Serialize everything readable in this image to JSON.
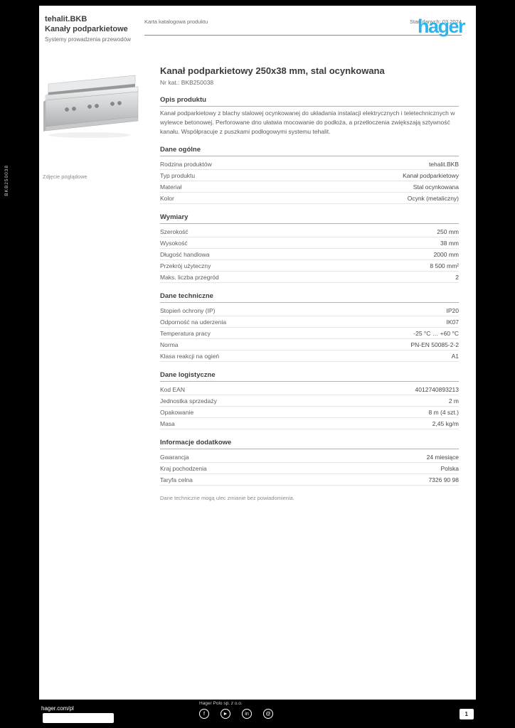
{
  "page": {
    "side_note": "BKB250038",
    "header": {
      "title_line1": "tehalit.BKB",
      "title_line2": "Kanały podparkietowe",
      "title_line3": "Systemy prowadzenia przewodów",
      "subtitle": "Karta katalogowa produktu",
      "date_note": "Stan danych: 03.2024",
      "logo": "hager",
      "logo_color": "#2fb4e9"
    },
    "product": {
      "title": "Kanał podparkietowy 250x38 mm, stal ocynkowana",
      "reference_label": "Nr kat.:",
      "reference": "BKB250038",
      "image_caption": "Zdjęcie poglądowe",
      "description_heading": "Opis produktu",
      "description": "Kanał podparkietowy z blachy stalowej ocynkowanej do układania instalacji elektrycznych i teletechnicznych w wylewce betonowej. Perforowane dno ułatwia mocowanie do podłoża, a przetłoczenia zwiększają sztywność kanału. Współpracuje z puszkami podłogowymi systemu tehalit."
    },
    "sections": [
      {
        "heading": "Dane ogólne",
        "rows": [
          {
            "label": "Rodzina produktów",
            "value": "tehalit.BKB"
          },
          {
            "label": "Typ produktu",
            "value": "Kanał podparkietowy"
          },
          {
            "label": "Materiał",
            "value": "Stal ocynkowana"
          },
          {
            "label": "Kolor",
            "value": "Ocynk (metaliczny)"
          }
        ]
      },
      {
        "heading": "Wymiary",
        "rows": [
          {
            "label": "Szerokość",
            "value": "250 mm"
          },
          {
            "label": "Wysokość",
            "value": "38 mm"
          },
          {
            "label": "Długość handlowa",
            "value": "2000 mm"
          },
          {
            "label": "Przekrój użyteczny",
            "value": "8 500 mm²"
          },
          {
            "label": "Maks. liczba przegród",
            "value": "2"
          }
        ]
      },
      {
        "heading": "Dane techniczne",
        "rows": [
          {
            "label": "Stopień ochrony (IP)",
            "value": "IP20"
          },
          {
            "label": "Odporność na uderzenia",
            "value": "IK07"
          },
          {
            "label": "Temperatura pracy",
            "value": "-25 °C … +60 °C"
          },
          {
            "label": "Norma",
            "value": "PN-EN 50085-2-2"
          },
          {
            "label": "Klasa reakcji na ogień",
            "value": "A1"
          }
        ]
      },
      {
        "heading": "Dane logistyczne",
        "rows": [
          {
            "label": "Kod EAN",
            "value": "4012740893213"
          },
          {
            "label": "Jednostka sprzedaży",
            "value": "2 m"
          },
          {
            "label": "Opakowanie",
            "value": "8 m (4 szt.)"
          },
          {
            "label": "Masa",
            "value": "2,45 kg/m"
          }
        ]
      },
      {
        "heading": "Informacje dodatkowe",
        "rows": [
          {
            "label": "Gwarancja",
            "value": "24 miesiące"
          },
          {
            "label": "Kraj pochodzenia",
            "value": "Polska"
          },
          {
            "label": "Taryfa celna",
            "value": "7326 90 98"
          }
        ]
      }
    ],
    "note": "Dane techniczne mogą ulec zmianie bez powiadomienia.",
    "footer": {
      "link": "hager.com/pl",
      "company": "Hager Polo sp. z o.o.",
      "icons": [
        {
          "name": "facebook-icon",
          "glyph": "f"
        },
        {
          "name": "youtube-icon",
          "glyph": "►"
        },
        {
          "name": "linkedin-icon",
          "glyph": "in"
        },
        {
          "name": "instagram-icon",
          "glyph": "@"
        }
      ],
      "page_number": "1"
    }
  }
}
